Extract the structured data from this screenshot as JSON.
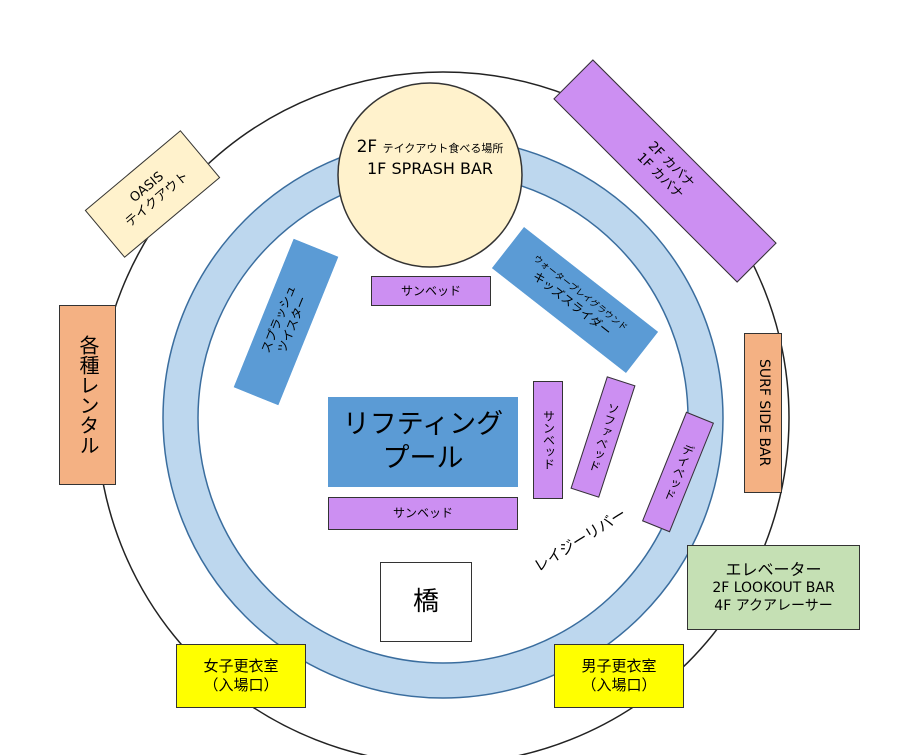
{
  "colors": {
    "pool_ring": "#bdd7ee",
    "pool_blue": "#5b9bd5",
    "purple": "#cc8ff2",
    "orange": "#f4b183",
    "yellow": "#ffff00",
    "cream": "#fff2cc",
    "green": "#c5e0b4"
  },
  "center_circle": {
    "line1_prefix": "2F ",
    "line1_small": "テイクアウト食べる場所",
    "line2": "1F SPRASH BAR"
  },
  "lifting_pool": {
    "line1": "リフティング",
    "line2": "プール"
  },
  "lazy_river": "レイジーリバー",
  "bridge": "橋",
  "sunbed_top": "サンベッド",
  "sunbed_bottom": "サンベッド",
  "sunbed_vertical": "サンベッド",
  "sofa_bed": "ソファベッド",
  "day_bed": "デイベッド",
  "splash_twister": {
    "line1": "スプラッシュ",
    "line2": "ツイスター"
  },
  "kids_slider": {
    "line1": "ウォータープレイグラウンド",
    "line2": "キッズスライダー"
  },
  "oasis": {
    "line1": "OASIS",
    "line2": "テイクアウト"
  },
  "cabana": {
    "line1": "2F カバナ",
    "line2": "1F カバナ"
  },
  "rental": "各種レンタル",
  "surf_side_bar": "SURF SIDE BAR",
  "elevator": {
    "title": "エレベーター",
    "line1": "2F LOOKOUT BAR",
    "line2": "4F アクアレーサー"
  },
  "women_locker": {
    "line1": "女子更衣室",
    "line2": "（入場口）"
  },
  "men_locker": {
    "line1": "男子更衣室",
    "line2": "（入場口）"
  }
}
